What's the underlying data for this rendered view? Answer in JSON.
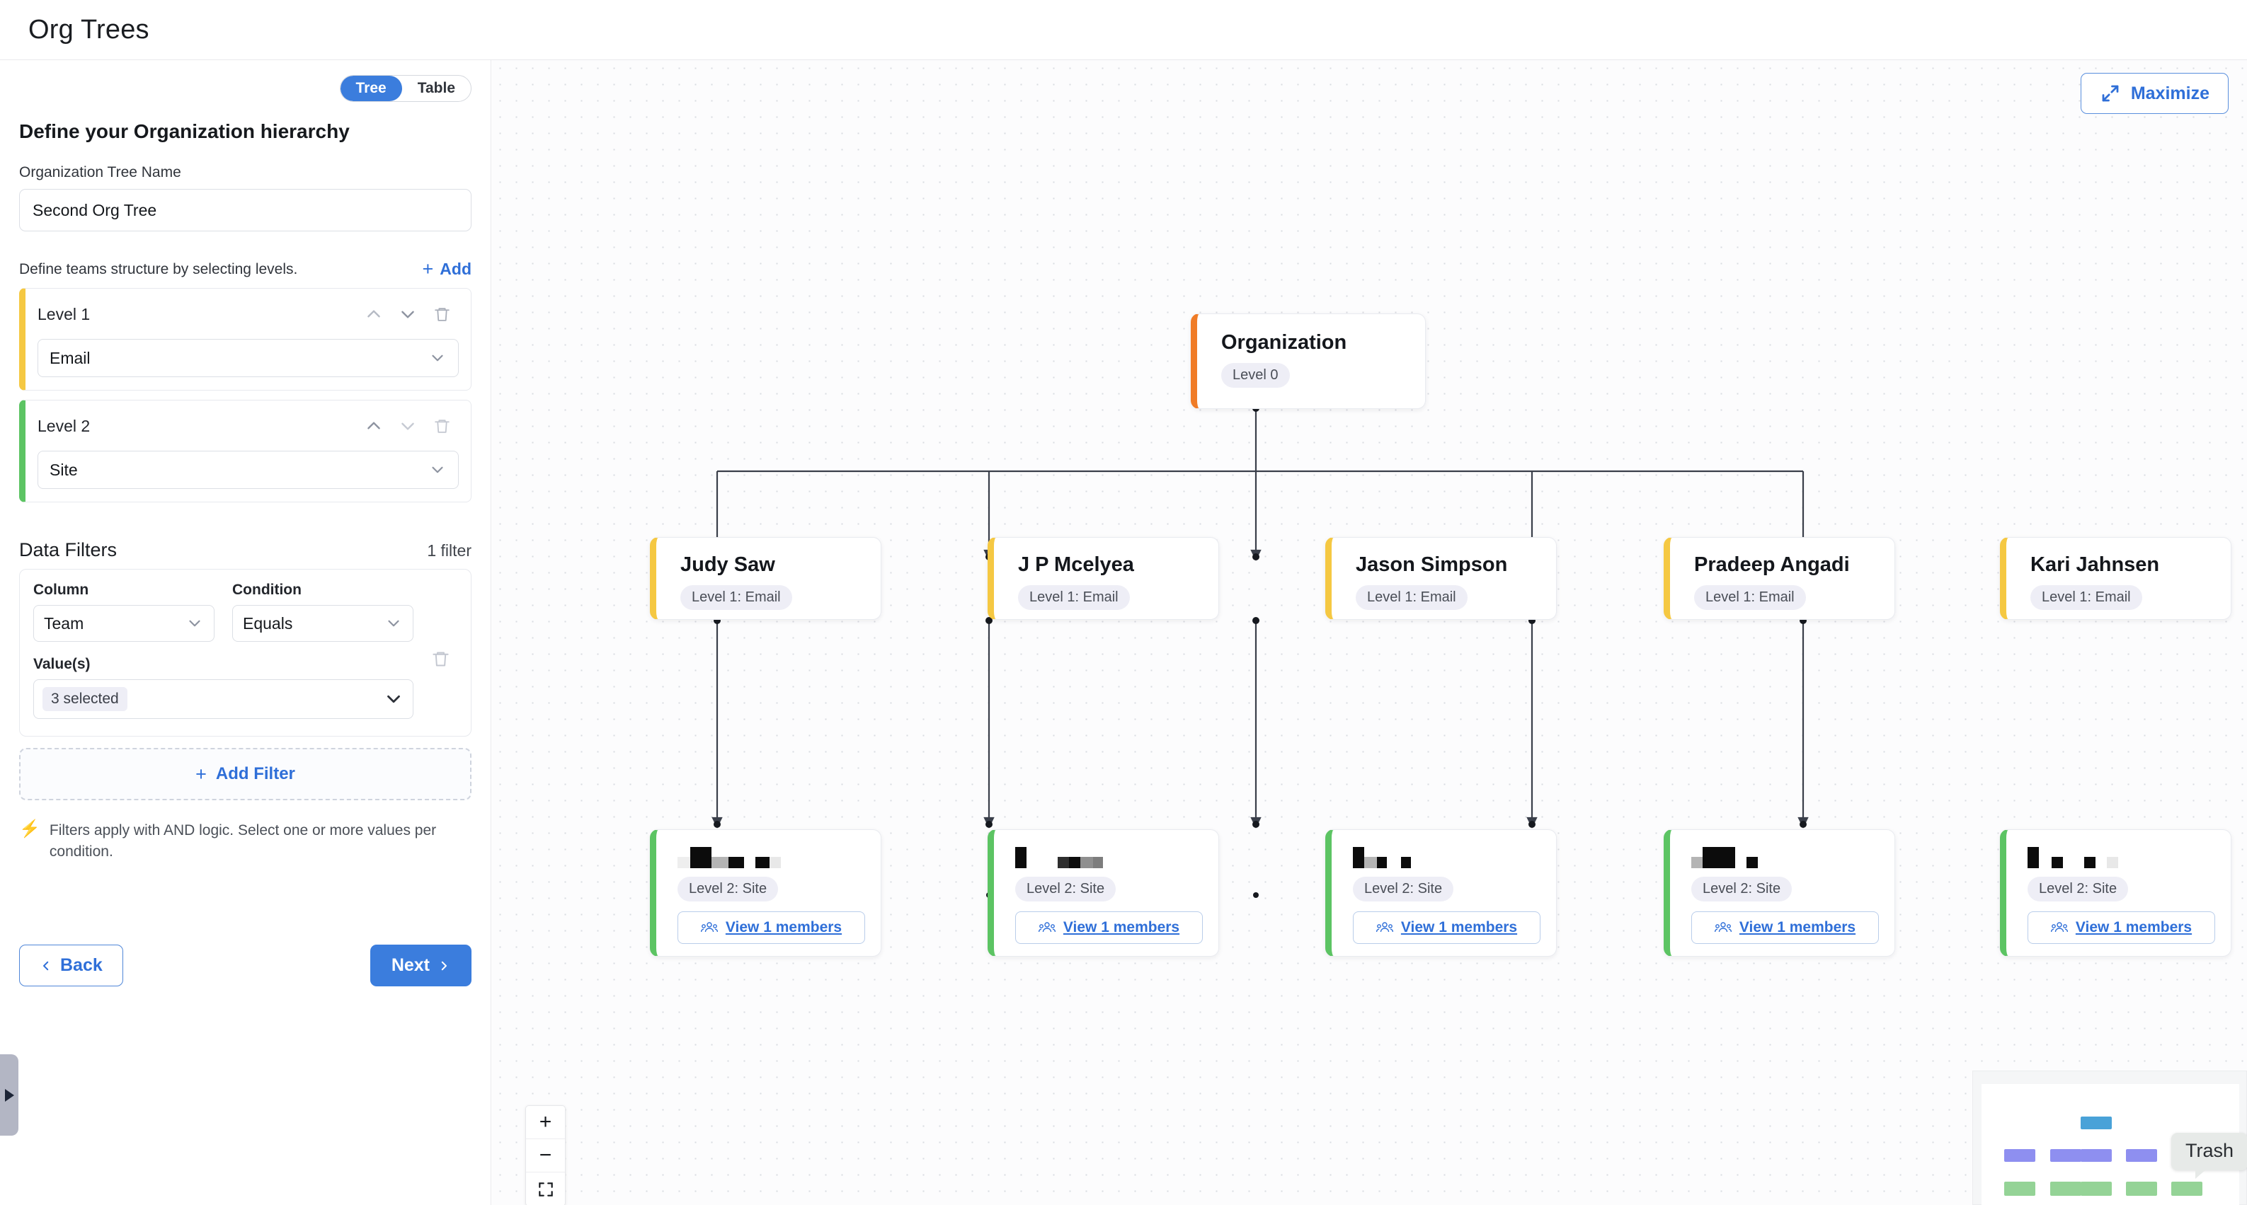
{
  "header": {
    "title": "Org Trees"
  },
  "sidebar": {
    "view_toggle": {
      "options": [
        "Tree",
        "Table"
      ],
      "selected": "Tree"
    },
    "section_title": "Define your Organization hierarchy",
    "tree_name": {
      "label": "Organization Tree Name",
      "value": "Second Org Tree",
      "placeholder": "Organization Tree Name"
    },
    "levels_hint": "Define teams structure by selecting levels.",
    "add_label": "Add",
    "levels": [
      {
        "name": "Level 1",
        "value": "Email",
        "accent": "#f5c842"
      },
      {
        "name": "Level 2",
        "value": "Site",
        "accent": "#5cc463"
      }
    ],
    "filters": {
      "title": "Data Filters",
      "count_label": "1 filter",
      "column_label": "Column",
      "column_value": "Team",
      "condition_label": "Condition",
      "condition_value": "Equals",
      "values_label": "Value(s)",
      "values_chip": "3 selected",
      "add_filter_label": "Add Filter",
      "hint": "Filters apply with AND logic. Select one or more values per condition."
    },
    "back_label": "Back",
    "next_label": "Next"
  },
  "canvas": {
    "maximize_label": "Maximize",
    "zoom_controls": {
      "in": "+",
      "out": "−"
    },
    "minimap": {
      "tooltip": "Trash"
    },
    "root": {
      "title": "Organization",
      "badge": "Level 0",
      "accent": "#f07c27"
    },
    "level1": [
      {
        "title": "Judy Saw",
        "badge": "Level 1: Email",
        "accent": "#f5c842"
      },
      {
        "title": "J P Mcelyea",
        "badge": "Level 1: Email",
        "accent": "#f5c842"
      },
      {
        "title": "Jason Simpson",
        "badge": "Level 1: Email",
        "accent": "#f5c842"
      },
      {
        "title": "Pradeep Angadi",
        "badge": "Level 1: Email",
        "accent": "#f5c842"
      },
      {
        "title": "Kari Jahnsen",
        "badge": "Level 1: Email",
        "accent": "#f5c842"
      }
    ],
    "level2": [
      {
        "title_redacted": true,
        "badge": "Level 2: Site",
        "members_label": "View 1 members",
        "accent": "#5cc463",
        "blocks": [
          {
            "w": 18,
            "h": 16,
            "c": "#eeeeee",
            "t": 0
          },
          {
            "w": 30,
            "h": 30,
            "c": "#0c0c0c",
            "t": 0
          },
          {
            "w": 24,
            "h": 16,
            "c": "#b4b4b4",
            "t": 0
          },
          {
            "w": 22,
            "h": 16,
            "c": "#0c0c0c",
            "t": 0
          },
          {
            "w": 16,
            "h": 16,
            "c": "#ffffff",
            "t": 0
          },
          {
            "w": 20,
            "h": 16,
            "c": "#0c0c0c",
            "t": 0
          },
          {
            "w": 16,
            "h": 16,
            "c": "#e8e8e8",
            "t": 0
          }
        ]
      },
      {
        "title_redacted": true,
        "badge": "Level 2: Site",
        "members_label": "View 1 members",
        "accent": "#5cc463",
        "blocks": [
          {
            "w": 16,
            "h": 30,
            "c": "#0c0c0c",
            "t": 0
          },
          {
            "w": 44,
            "h": 16,
            "c": "#ffffff",
            "t": 0
          },
          {
            "w": 16,
            "h": 16,
            "c": "#2e2e2e",
            "t": 0
          },
          {
            "w": 16,
            "h": 16,
            "c": "#0c0c0c",
            "t": 0
          },
          {
            "w": 18,
            "h": 16,
            "c": "#8f8f8f",
            "t": 0
          },
          {
            "w": 14,
            "h": 16,
            "c": "#7d7d7d",
            "t": 0
          }
        ]
      },
      {
        "title_redacted": true,
        "badge": "Level 2: Site",
        "members_label": "View 1 members",
        "accent": "#5cc463",
        "blocks": [
          {
            "w": 16,
            "h": 30,
            "c": "#0c0c0c",
            "t": 0
          },
          {
            "w": 18,
            "h": 16,
            "c": "#b4b4b4",
            "t": 0
          },
          {
            "w": 14,
            "h": 16,
            "c": "#0c0c0c",
            "t": 0
          },
          {
            "w": 20,
            "h": 16,
            "c": "#ffffff",
            "t": 0
          },
          {
            "w": 14,
            "h": 16,
            "c": "#0c0c0c",
            "t": 0
          }
        ]
      },
      {
        "title_redacted": true,
        "badge": "Level 2: Site",
        "members_label": "View 1 members",
        "accent": "#5cc463",
        "blocks": [
          {
            "w": 16,
            "h": 16,
            "c": "#b4b4b4",
            "t": 0
          },
          {
            "w": 46,
            "h": 30,
            "c": "#0c0c0c",
            "t": 0
          },
          {
            "w": 16,
            "h": 16,
            "c": "#ffffff",
            "t": 0
          },
          {
            "w": 16,
            "h": 16,
            "c": "#0c0c0c",
            "t": 0
          }
        ]
      },
      {
        "title_redacted": true,
        "badge": "Level 2: Site",
        "members_label": "View 1 members",
        "accent": "#5cc463",
        "blocks": [
          {
            "w": 16,
            "h": 30,
            "c": "#0c0c0c",
            "t": 0
          },
          {
            "w": 18,
            "h": 16,
            "c": "#ffffff",
            "t": 0
          },
          {
            "w": 16,
            "h": 16,
            "c": "#0c0c0c",
            "t": 0
          },
          {
            "w": 30,
            "h": 16,
            "c": "#ffffff",
            "t": 0
          },
          {
            "w": 16,
            "h": 16,
            "c": "#0c0c0c",
            "t": 0
          },
          {
            "w": 16,
            "h": 16,
            "c": "#ffffff",
            "t": 0
          },
          {
            "w": 16,
            "h": 16,
            "c": "#e8e8e8",
            "t": 0
          }
        ]
      }
    ]
  }
}
